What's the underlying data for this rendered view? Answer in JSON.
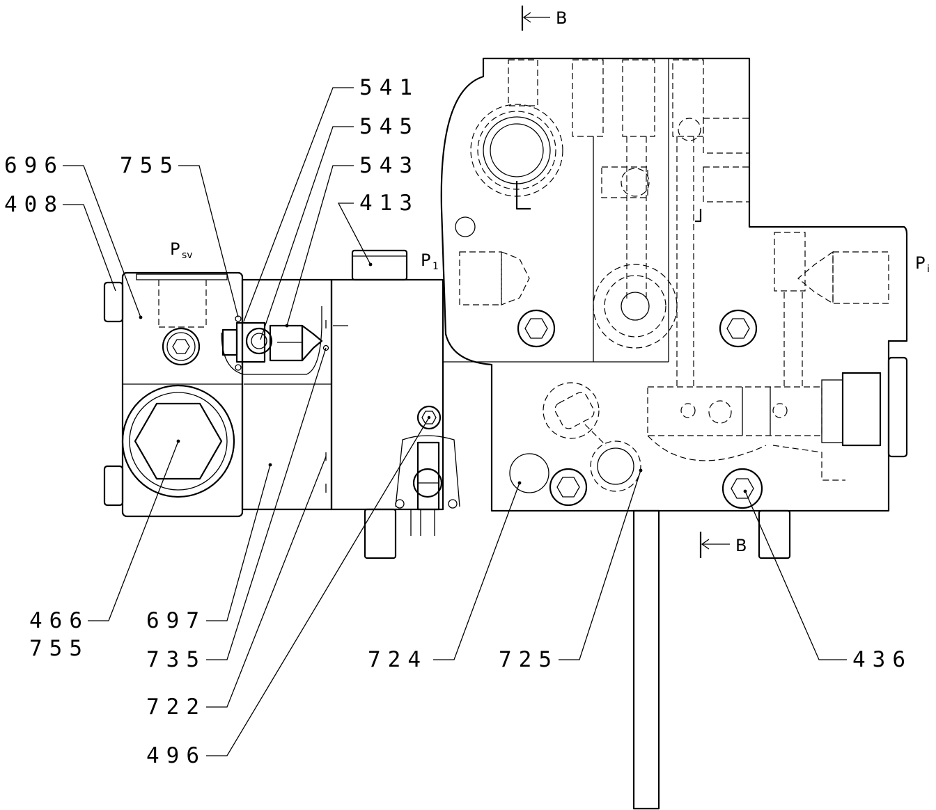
{
  "section_marks": [
    {
      "id": "top",
      "letter": "B"
    },
    {
      "id": "bottom",
      "letter": "B"
    }
  ],
  "ports": [
    {
      "id": "psv",
      "main": "P",
      "sub": "sv"
    },
    {
      "id": "p1",
      "main": "P",
      "sub": "1"
    },
    {
      "id": "pi",
      "main": "P",
      "sub": "i"
    }
  ],
  "part_labels": [
    {
      "id": "541",
      "text": "541"
    },
    {
      "id": "545",
      "text": "545"
    },
    {
      "id": "543",
      "text": "543"
    },
    {
      "id": "413",
      "text": "413"
    },
    {
      "id": "696",
      "text": "696"
    },
    {
      "id": "408",
      "text": "408"
    },
    {
      "id": "755a",
      "text": "755"
    },
    {
      "id": "466",
      "text": "466"
    },
    {
      "id": "755b",
      "text": "755"
    },
    {
      "id": "697",
      "text": "697"
    },
    {
      "id": "735",
      "text": "735"
    },
    {
      "id": "722",
      "text": "722"
    },
    {
      "id": "496",
      "text": "496"
    },
    {
      "id": "724",
      "text": "724"
    },
    {
      "id": "725",
      "text": "725"
    },
    {
      "id": "436",
      "text": "436"
    }
  ]
}
